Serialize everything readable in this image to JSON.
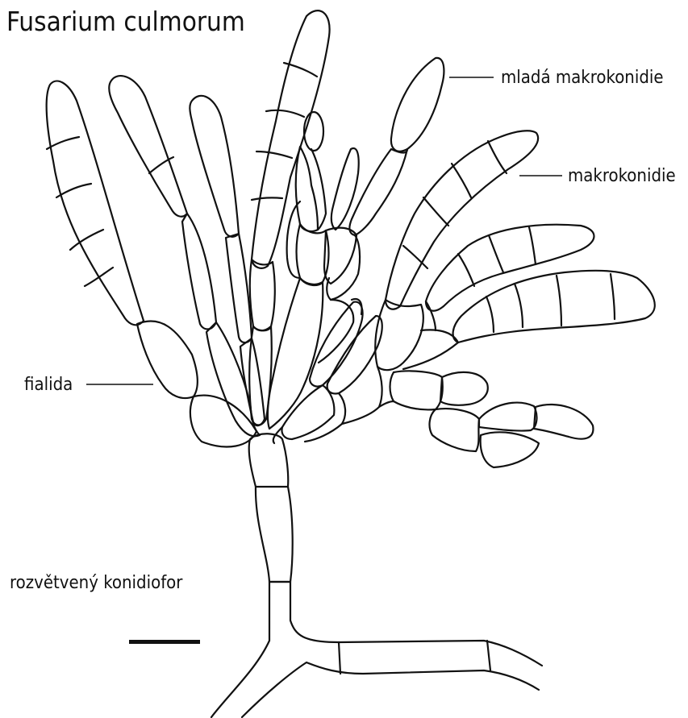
{
  "diagram": {
    "title": "Fusarium culmorum",
    "labels": {
      "young_macroconidium": "mladá makrokonidie",
      "macroconidium": "makrokonidie",
      "phialide": "fialida",
      "branched_conidiophore": "rozvětvený konidiofor"
    }
  },
  "colors": {
    "ink": "#111111",
    "background": "#ffffff"
  }
}
